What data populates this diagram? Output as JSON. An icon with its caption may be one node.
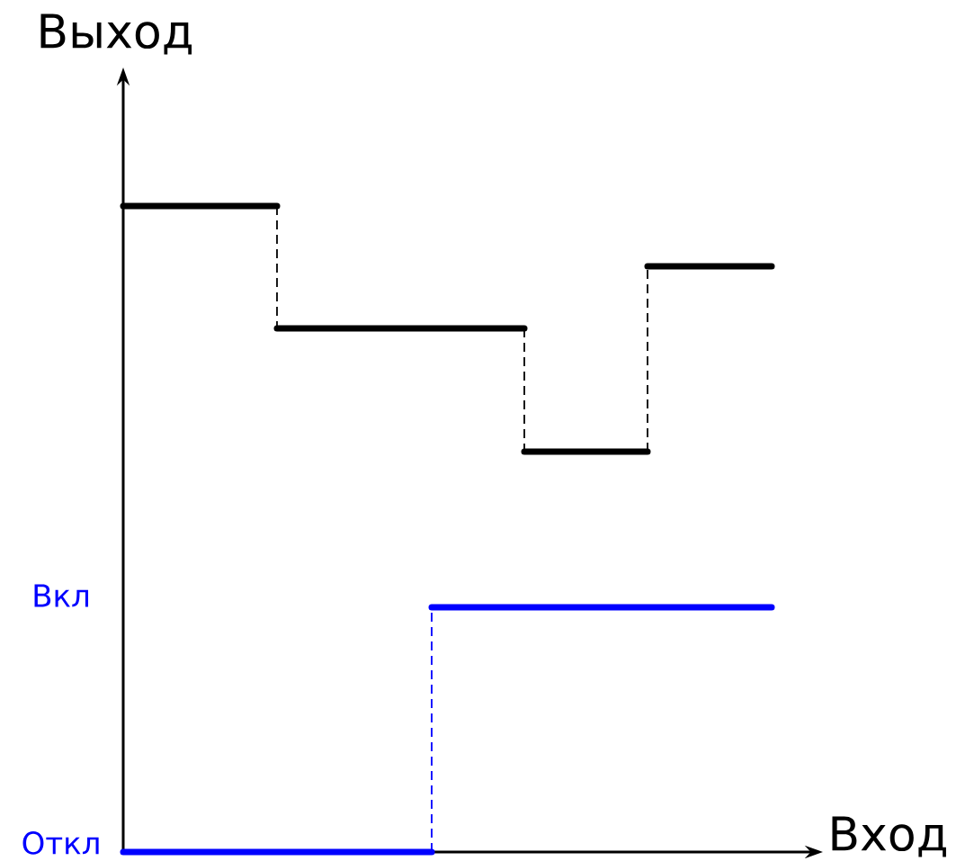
{
  "diagram": {
    "labels": [
      "Выход",
      "Вход",
      "Вкл",
      "Откл"
    ]
  }
}
